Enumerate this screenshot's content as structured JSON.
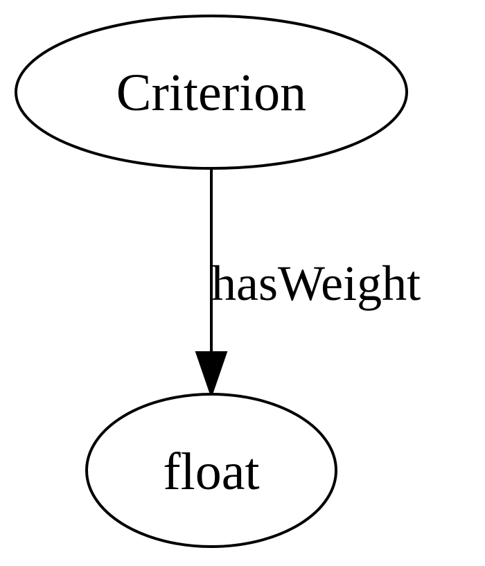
{
  "diagram": {
    "type": "directed-graph",
    "nodes": [
      {
        "id": "criterion",
        "label": "Criterion",
        "shape": "ellipse"
      },
      {
        "id": "float",
        "label": "float",
        "shape": "ellipse"
      }
    ],
    "edges": [
      {
        "from": "criterion",
        "to": "float",
        "label": "hasWeight"
      }
    ],
    "colors": {
      "background": "#ffffff",
      "stroke": "#000000",
      "text": "#000000"
    }
  }
}
